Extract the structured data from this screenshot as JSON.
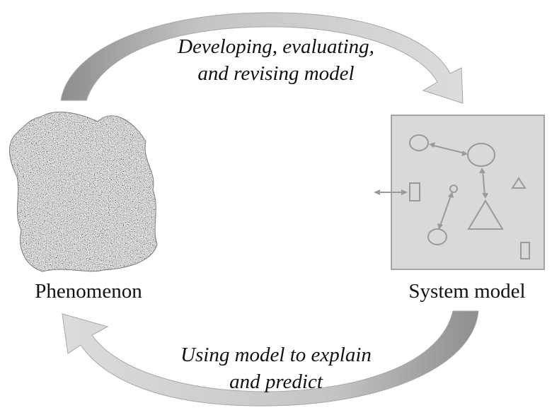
{
  "top_arrow": {
    "line1": "Developing, evaluating,",
    "line2": "and revising model"
  },
  "bottom_arrow": {
    "line1": "Using model to explain",
    "line2": "and predict"
  },
  "labels": {
    "phenomenon": "Phenomenon",
    "system_model": "System model"
  },
  "colors": {
    "arrow_fill": "#c9c9c9",
    "arrow_stroke": "#9a9a9a",
    "model_box_fill": "#d9d9d9",
    "model_box_stroke": "#8c8c8c",
    "model_shapes": "#9a9a9a",
    "text": "#111111"
  }
}
